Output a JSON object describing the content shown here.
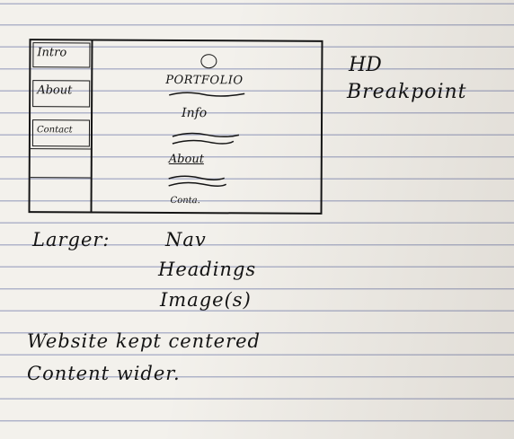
{
  "wireframe": {
    "nav_items": [
      "Intro",
      "About",
      "Contact"
    ],
    "content": {
      "heading": "PORTFOLIO",
      "sections": [
        "Info",
        "About",
        "Conta."
      ]
    }
  },
  "side_label": {
    "line1": "HD",
    "line2": "Breakpoint"
  },
  "notes": {
    "larger_label": "Larger:",
    "larger_items": [
      "Nav",
      "Headings",
      "Image(s)"
    ],
    "line_centered": "Website kept centered",
    "line_wider": "Content wider."
  }
}
